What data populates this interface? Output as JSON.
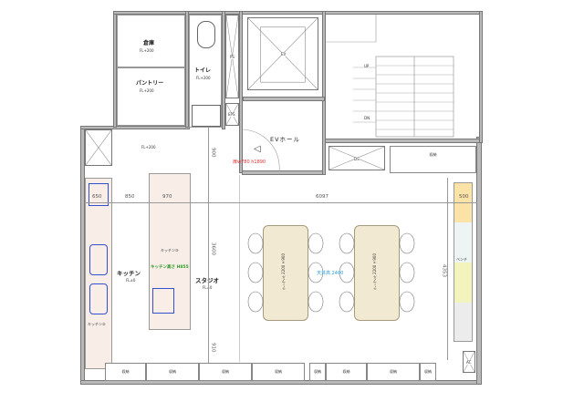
{
  "rooms": {
    "storage": {
      "name": "倉庫",
      "level": "FL+200"
    },
    "toilet": {
      "name": "トイレ",
      "level": "FL+200"
    },
    "pantry": {
      "name": "パントリー",
      "level": "FL+200"
    },
    "ps": "PS",
    "ev": "EV",
    "eps": "EPS",
    "ev_hall": "EVホール",
    "door_note": "扉w780 h1890",
    "entry_level": "FL+200",
    "kitchen": {
      "name": "キッチン",
      "level": "FL±0"
    },
    "studio": {
      "name": "スタジオ",
      "level": "FL±0"
    },
    "ds": "DS",
    "stair_up": "UP",
    "stair_down": "DN",
    "ac": "AC"
  },
  "fixtures": {
    "kitchen2": "キッチン②",
    "kitchen3": "キッチン③",
    "kitchen_height": "キッチン高さ H855",
    "table1": "テーブル 2200×900",
    "table2": "テーブル 2200×900",
    "ceiling_height": "天井高 2400",
    "bench": "ベンチ",
    "storage_label": "収納"
  },
  "dimensions": {
    "d900": "900",
    "d650": "650",
    "d850": "850",
    "d970": "970",
    "d6097": "6097",
    "d500": "500",
    "d3600": "3600",
    "d910": "910",
    "d4353": "4353"
  },
  "colors": {
    "counter": "#f8ede7",
    "table": "#f1e9d2",
    "bench_orange": "#fbe3a8",
    "bench_pale": "#eef3f3",
    "bench_yellow": "#f3f3bd",
    "bench_gray": "#ececec",
    "door_note": "#e03030",
    "height_note": "#2a9a2a",
    "ceiling_note": "#2aa0d8",
    "stove": "#3350d0"
  }
}
